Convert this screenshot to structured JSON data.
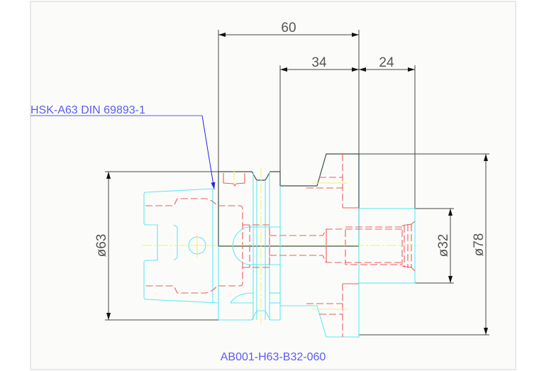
{
  "drawing": {
    "part_number": "AB001-H63-B32-060",
    "standard_label": "HSK-A63 DIN 69893-1",
    "dimensions": {
      "overall_length": "60",
      "shank_length": "34",
      "bore_depth": "24",
      "flange_diameter": "ø63",
      "bore_diameter": "ø32",
      "body_diameter": "ø78"
    }
  },
  "colors": {
    "outline": "#3d4d4d",
    "visible_edges": "#5fe8f0",
    "hidden_edges": "#f05a5a",
    "centerlines": "#f5f06a",
    "annotation": "#5b5bf0"
  }
}
